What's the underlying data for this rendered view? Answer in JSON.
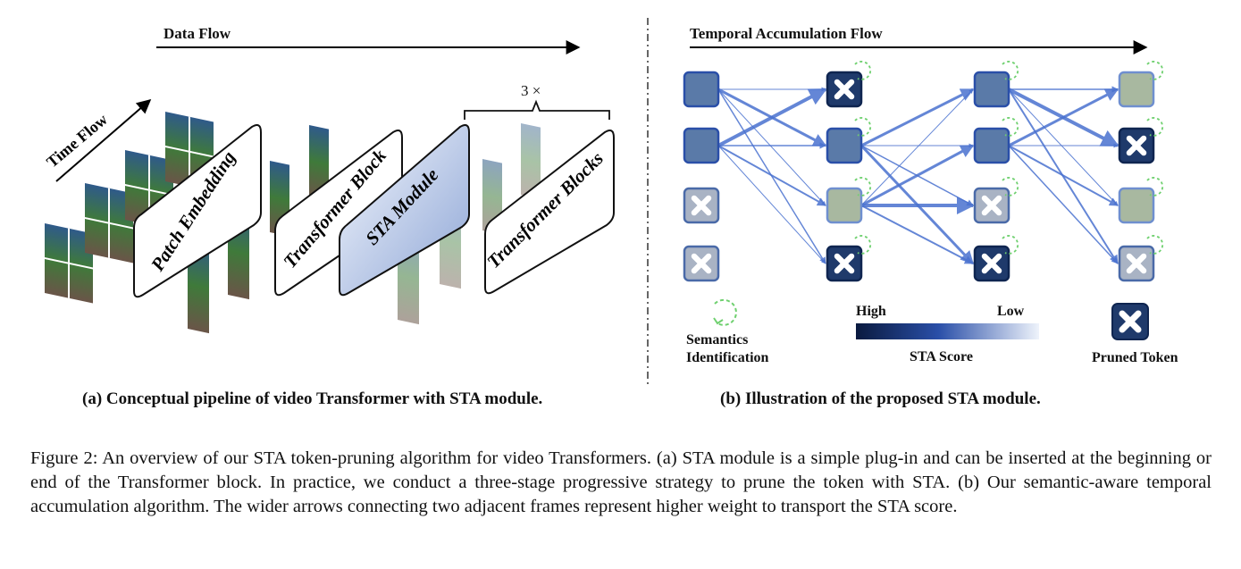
{
  "panel_a": {
    "data_flow_label": "Data Flow",
    "time_flow_label": "Time Flow",
    "repeat_label": "3 ×",
    "blocks": [
      "Patch Embedding",
      "Transformer Block",
      "STA Module",
      "Transformer Blocks"
    ],
    "subcaption": "(a) Conceptual pipeline of video Transformer with STA module."
  },
  "panel_b": {
    "flow_label": "Temporal Accumulation Flow",
    "legend": {
      "semantics": [
        "Semantics",
        "Identification"
      ],
      "high": "High",
      "low": "Low",
      "score": "STA Score",
      "pruned": "Pruned Token"
    },
    "subcaption": "(b) Illustration of the proposed STA module."
  },
  "caption": "Figure 2: An overview of our STA token-pruning algorithm for video Transformers. (a) STA module is a simple plug-in and can be inserted at the beginning or end of the Transformer block. In practice, we conduct a three-stage progressive strategy to prune the token with STA. (b) Our semantic-aware temporal accumulation algorithm. The wider arrows connecting two adjacent frames represent higher weight to transport the STA score.",
  "colors": {
    "arrow_blue": "#4a72d0",
    "token_dark": "#1f3a6b",
    "semantics_green": "#6fd06f",
    "sta_gradient": [
      "#0a1a3f",
      "#2a4fa8",
      "#eef3fb"
    ]
  }
}
